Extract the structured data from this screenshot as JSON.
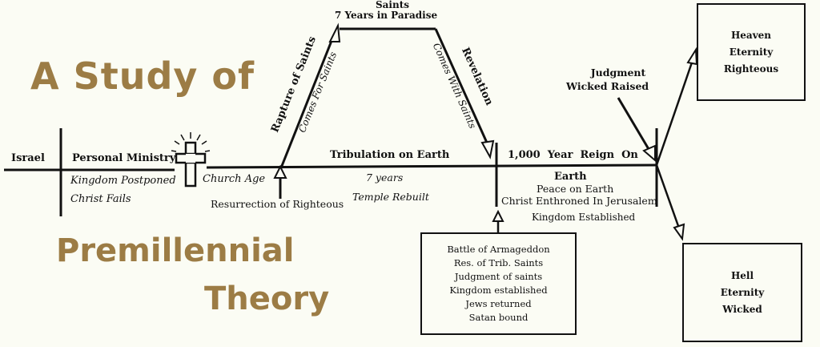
{
  "title": {
    "line1": "A Study of",
    "line2": "Premillennial",
    "line3": "Theory"
  },
  "timeline": {
    "israel": "Israel",
    "personal_ministry": "Personal Ministry",
    "kingdom_postponed": "Kingdom Postponed",
    "christ_fails": "Christ Fails",
    "church_age": "Church Age",
    "resurrection": "Resurrection of Righteous",
    "rapture": "Rapture of Saints",
    "comes_for_saints": "Comes For Saints",
    "saints": "Saints",
    "seven_years_paradise": "7 Years in Paradise",
    "revelation": "Revelation",
    "comes_with_saints": "Comes With Saints",
    "tribulation": "Tribulation on Earth",
    "seven_years": "7 years",
    "temple_rebuilt": "Temple Rebuilt",
    "reign": "1,000  Year  Reign  On",
    "earth": "Earth",
    "peace": "Peace on Earth",
    "enthroned": "Christ Enthroned In Jerusalem",
    "kingdom_established": "Kingdom Established",
    "judgment": "Judgment",
    "wicked_raised": "Wicked Raised"
  },
  "events_box": [
    "Battle of Armageddon",
    "Res. of Trib. Saints",
    "Judgment of saints",
    "Kingdom established",
    "Jews returned",
    "Satan bound"
  ],
  "heaven_box": [
    "Heaven",
    "Eternity",
    "Righteous"
  ],
  "hell_box": [
    "Hell",
    "Eternity",
    "Wicked"
  ],
  "colors": {
    "title": "#9c7c45",
    "ink": "#111111",
    "background": "#fbfcf4"
  }
}
